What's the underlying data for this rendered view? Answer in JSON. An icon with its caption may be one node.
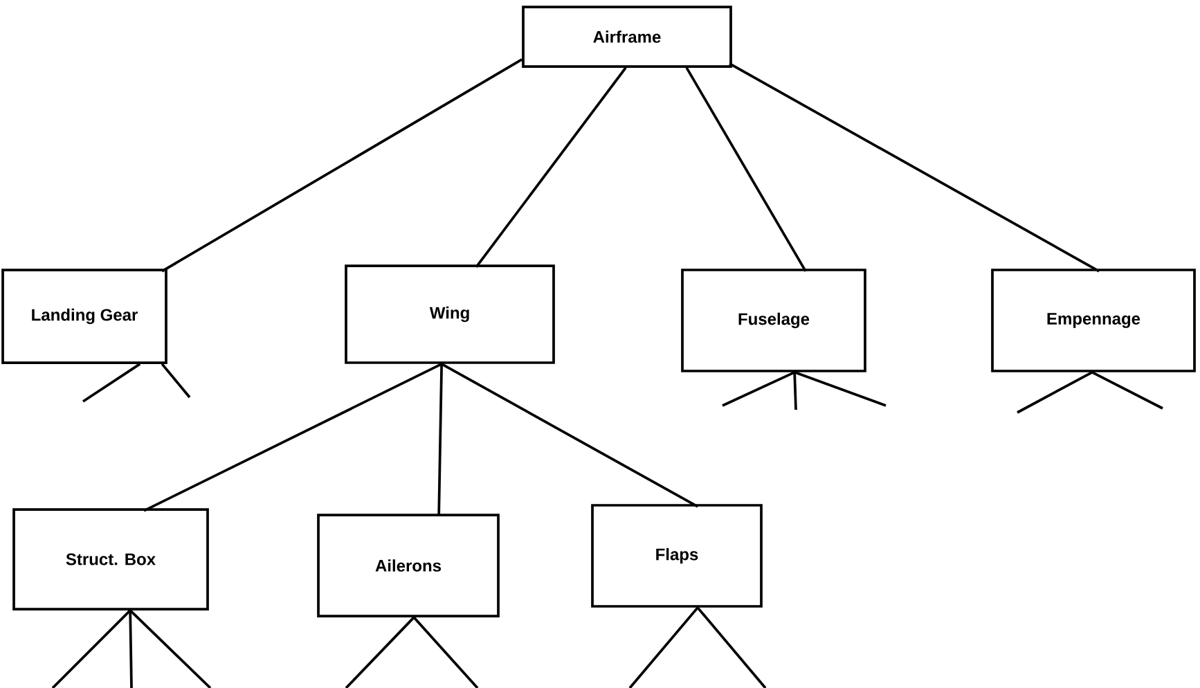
{
  "diagram": {
    "nodes": [
      {
        "text": [
          "Airframe"
        ]
      },
      {
        "text": [
          "Landing Gear"
        ]
      },
      {
        "text": [
          "Wing"
        ]
      },
      {
        "text": [
          "Fuselage"
        ]
      },
      {
        "text": [
          "Empennage"
        ]
      },
      {
        "text": [
          "Struct. Box"
        ]
      },
      {
        "text": [
          "Ailerons"
        ]
      },
      {
        "text": [
          "Flaps"
        ]
      }
    ],
    "edges": [
      {
        "from": 0,
        "to": 1,
        "arrow": "none"
      },
      {
        "from": 0,
        "to": 2,
        "arrow": "none"
      },
      {
        "from": 0,
        "to": 3,
        "arrow": "none"
      },
      {
        "from": 0,
        "to": 4,
        "arrow": "none"
      },
      {
        "from": 2,
        "to": 5,
        "arrow": "none"
      },
      {
        "from": 2,
        "to": 6,
        "arrow": "none"
      },
      {
        "from": 2,
        "to": 7,
        "arrow": "none"
      },
      {
        "from": 1,
        "to": null,
        "arrow": "none"
      },
      {
        "from": 1,
        "to": null,
        "arrow": "none"
      },
      {
        "from": 3,
        "to": null,
        "arrow": "none"
      },
      {
        "from": 3,
        "to": null,
        "arrow": "none"
      },
      {
        "from": 3,
        "to": null,
        "arrow": "none"
      },
      {
        "from": 4,
        "to": null,
        "arrow": "none"
      },
      {
        "from": 4,
        "to": null,
        "arrow": "none"
      },
      {
        "from": 5,
        "to": null,
        "arrow": "none"
      },
      {
        "from": 5,
        "to": null,
        "arrow": "none"
      },
      {
        "from": 5,
        "to": null,
        "arrow": "none"
      },
      {
        "from": 6,
        "to": null,
        "arrow": "none"
      },
      {
        "from": 6,
        "to": null,
        "arrow": "none"
      },
      {
        "from": 7,
        "to": null,
        "arrow": "none"
      },
      {
        "from": 7,
        "to": null,
        "arrow": "none"
      }
    ]
  }
}
